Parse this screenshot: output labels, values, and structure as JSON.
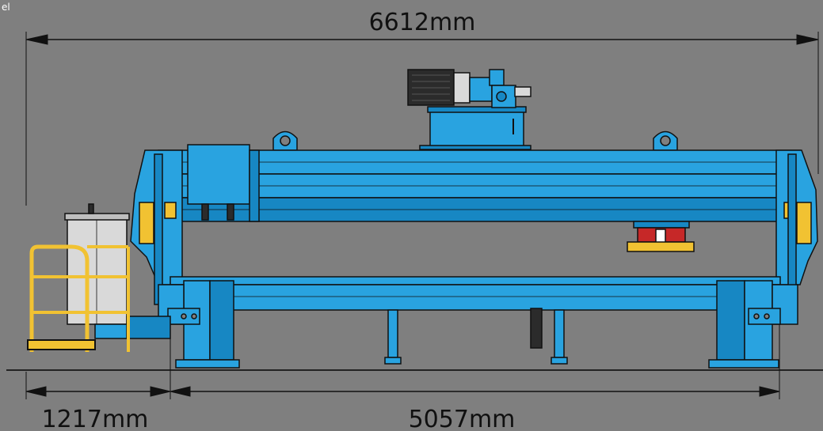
{
  "corner_label": "el",
  "dimensions": {
    "overall_length": "6612mm",
    "platform_length": "1217mm",
    "base_length": "5057mm"
  },
  "colors": {
    "background": "#7f7f7f",
    "machine_blue": "#29a3e0",
    "machine_blue_dark": "#1787c3",
    "platform_yellow": "#f1c232",
    "cabinet_grey": "#d9d9d9",
    "motor_dark": "#2b2b2b",
    "head_red": "#c62828",
    "outline": "#111111"
  },
  "components": {
    "gantry_beam": "gantry",
    "hydraulic_unit": "motor-pump",
    "carriage": "traveling-carriage",
    "bed": "work-bed",
    "operator_platform": "platform",
    "control_cabinet": "cabinet",
    "tool_head": "tool-head"
  }
}
